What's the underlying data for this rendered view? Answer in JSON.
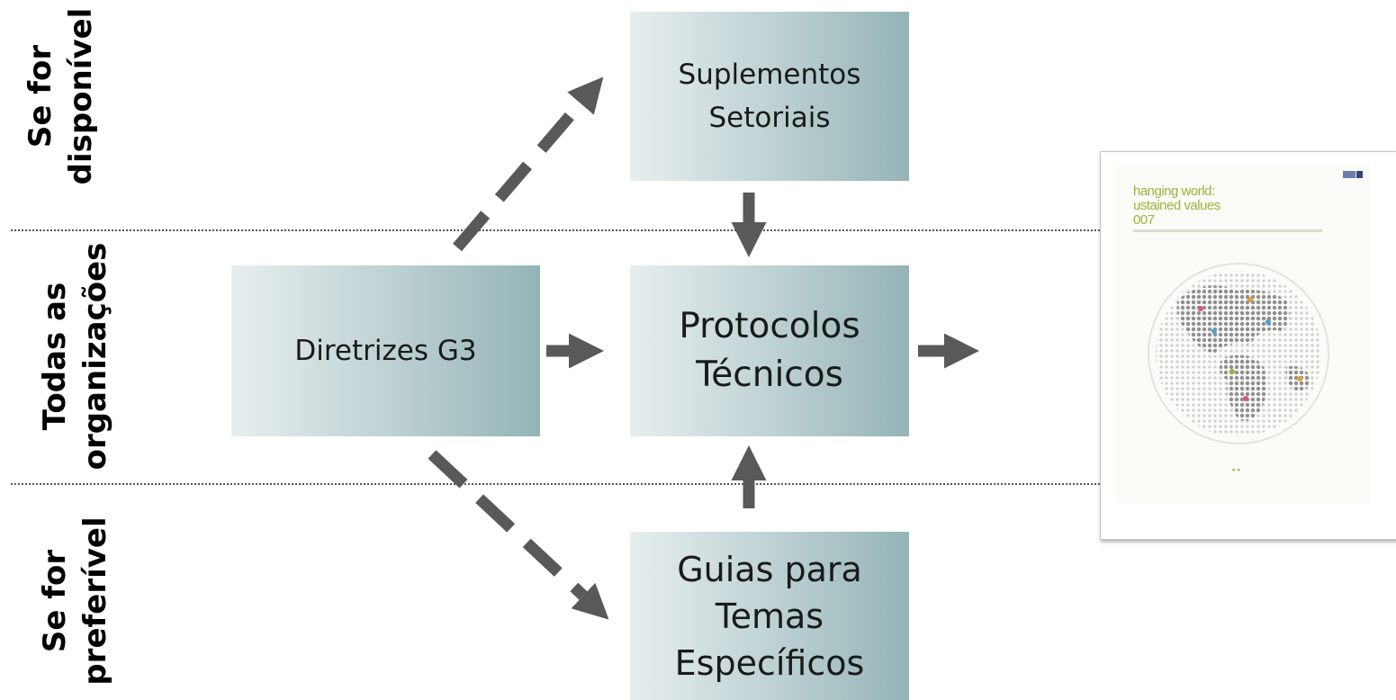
{
  "bands": {
    "top": [
      "Se for",
      "disponível"
    ],
    "middle": [
      "Todas as",
      "organizações"
    ],
    "bottom": [
      "Se for",
      "preferível"
    ]
  },
  "boxes": {
    "diretrizes": [
      "Diretrizes G3"
    ],
    "suplementos": [
      "Suplementos",
      "Setoriais"
    ],
    "protocolos": [
      "Protocolos",
      "Técnicos"
    ],
    "guias": [
      "Guias para",
      "Temas",
      "Específicos"
    ]
  },
  "report": {
    "title_lines": [
      "hanging world:",
      "ustained values",
      "007"
    ]
  },
  "colors": {
    "arrow": "#595959",
    "box_light": "#e7eeef",
    "box_dark": "#94b4b7",
    "report_accent": "#9ab33a"
  }
}
